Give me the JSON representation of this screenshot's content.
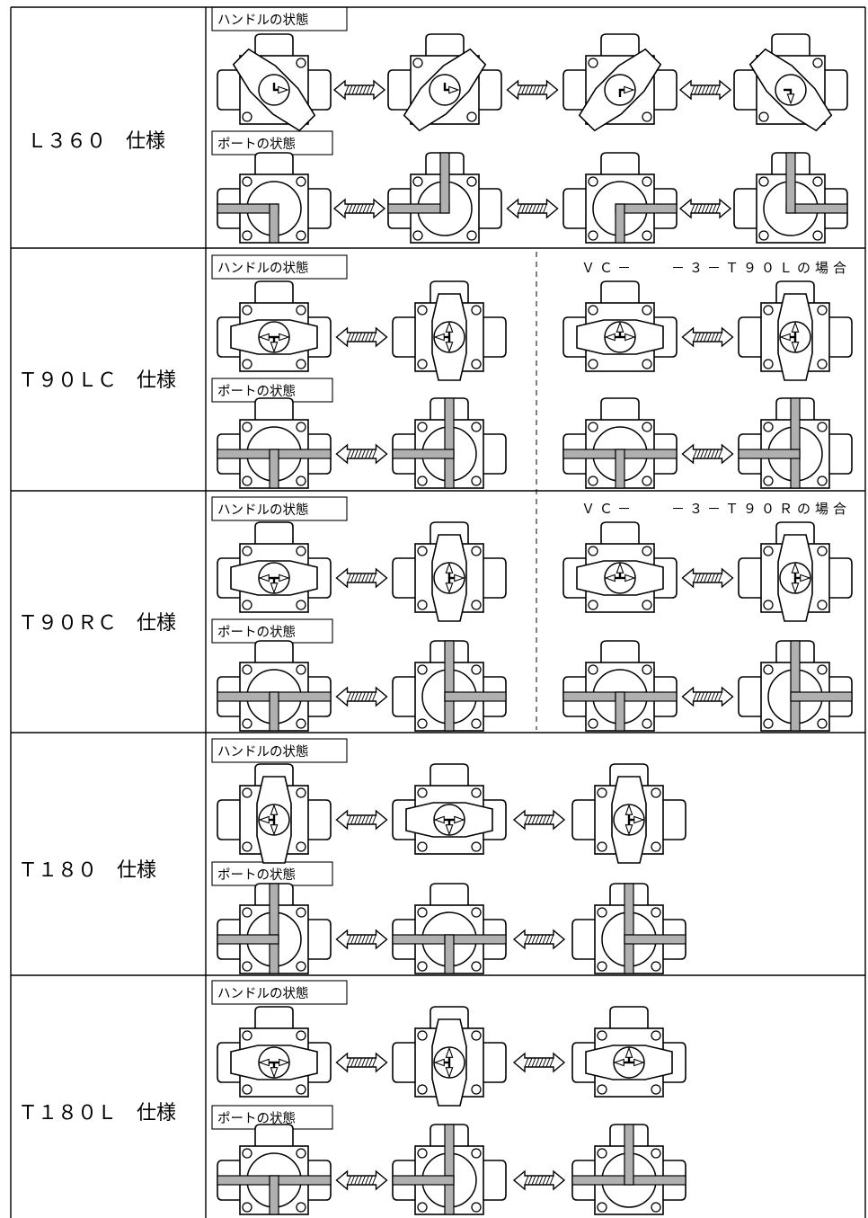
{
  "headers": {
    "handle": "ハンドルの状態",
    "port": "ポートの状態"
  },
  "rows": [
    {
      "label": "Ｌ３６０　仕様",
      "handle_states": [
        "L:rot45",
        "L:rot-45",
        "L:rot135",
        "L:rot-135"
      ],
      "port_states": [
        "port:left-bottom",
        "port:left-top",
        "port:right-bottom",
        "port:right-top"
      ]
    },
    {
      "label": "Ｔ９０ＬＣ　仕様",
      "handle_states": [
        "T:lrd",
        "T:udl"
      ],
      "port_states": [
        "port:lrd",
        "port:udl"
      ],
      "alt_note": "ＶＣ－　　－３－Ｔ９０Ｌの場合",
      "alt_handle_states": [
        "T:lru",
        "T:udl"
      ],
      "alt_port_states": [
        "port:lrd",
        "port:udl"
      ]
    },
    {
      "label": "Ｔ９０ＲＣ　仕様",
      "handle_states": [
        "T:lrd",
        "T:udr"
      ],
      "port_states": [
        "port:lrd",
        "port:udr"
      ],
      "alt_note": "ＶＣ－　　－３－Ｔ９０Ｒの場合",
      "alt_handle_states": [
        "T:lru",
        "T:udr"
      ],
      "alt_port_states": [
        "port:lrd",
        "port:udr"
      ]
    },
    {
      "label": "Ｔ１８０　仕様",
      "handle_states": [
        "T:udl",
        "T:lrd",
        "T:udr"
      ],
      "port_states": [
        "port:udl",
        "port:lrd",
        "port:udr"
      ]
    },
    {
      "label": "Ｔ１８０Ｌ　仕様",
      "handle_states": [
        "T:lrd",
        "T:udl",
        "T:lru"
      ],
      "port_states": [
        "port:lrd",
        "port:udl",
        "port:lru"
      ]
    }
  ],
  "colors": {
    "line": "#000000",
    "port_fill": "#b0b0b0",
    "arrow_hatch": "#000000"
  }
}
